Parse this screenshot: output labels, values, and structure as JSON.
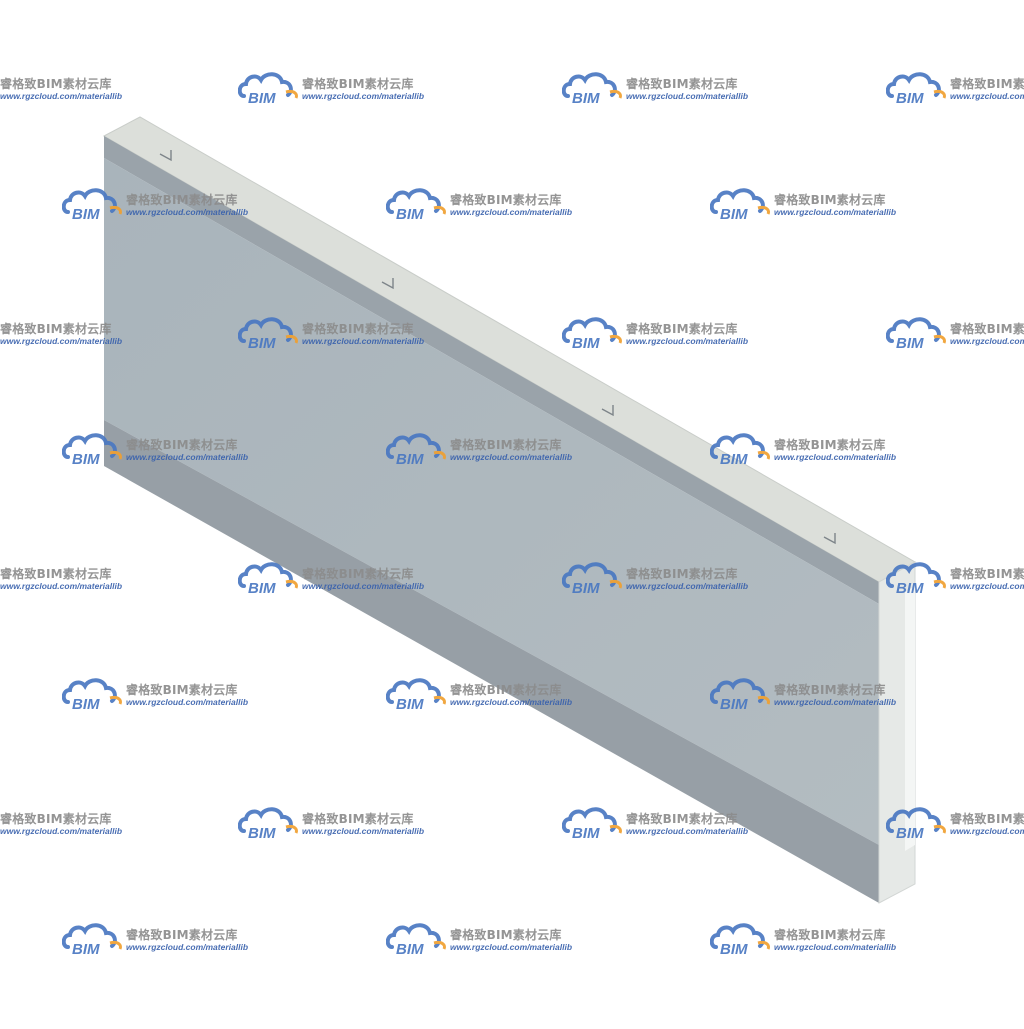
{
  "watermark": {
    "logo_text": "BIM",
    "title": "睿格致BIM素材云库",
    "url": "www.rgzcloud.com/materiallib",
    "logo_color": "#4a78c2",
    "accent_color": "#f0a030"
  },
  "model": {
    "front_color": "#aab4bb",
    "top_color": "#dcdfdc",
    "end_color": "#e4e8e6",
    "band_color": "#98a1a8"
  }
}
